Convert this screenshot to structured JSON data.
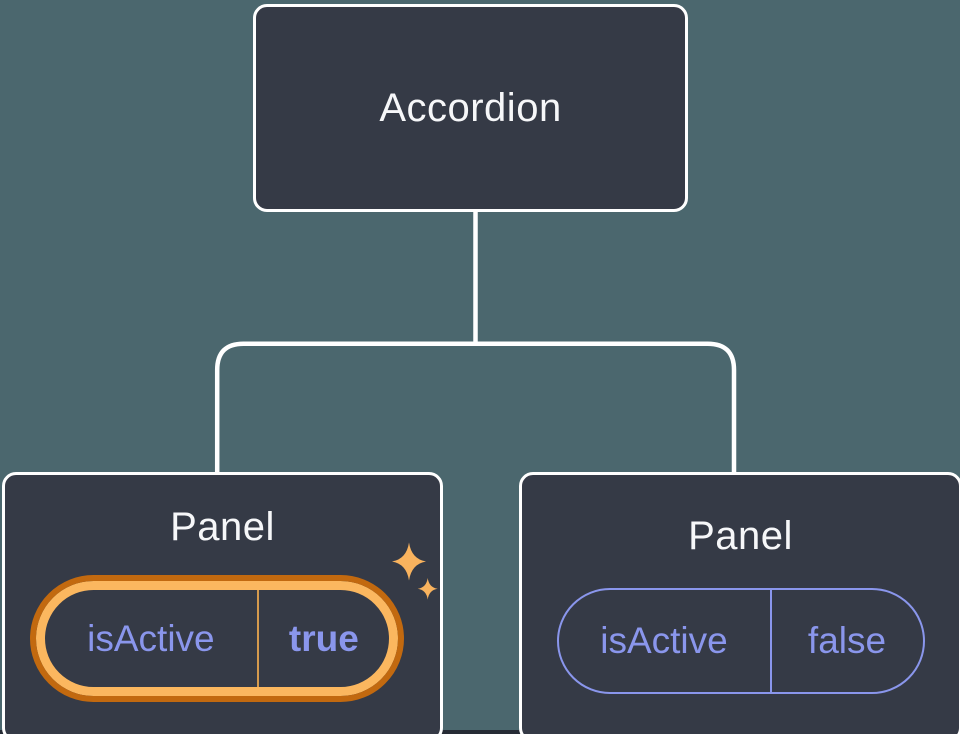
{
  "tree": {
    "root": {
      "label": "Accordion"
    },
    "children": [
      {
        "title": "Panel",
        "prop": "isActive",
        "value": "true",
        "highlighted": true
      },
      {
        "title": "Panel",
        "prop": "isActive",
        "value": "false",
        "highlighted": false
      }
    ]
  },
  "icons": {
    "sparkle": "sparkle-icon"
  },
  "colors": {
    "background_teal": "#4b676e",
    "page_bottom_strip": "#262b35",
    "node_fill": "#353a46",
    "node_border": "#ffffff",
    "node_text": "#f6f7f9",
    "state_purple": "#8a96ec",
    "highlight_ring_light": "#fbb75f",
    "highlight_ring_dark": "#c2690f",
    "highlight_divider_gold": "#d59a4d",
    "sparkle_orange": "#f9b35e"
  }
}
